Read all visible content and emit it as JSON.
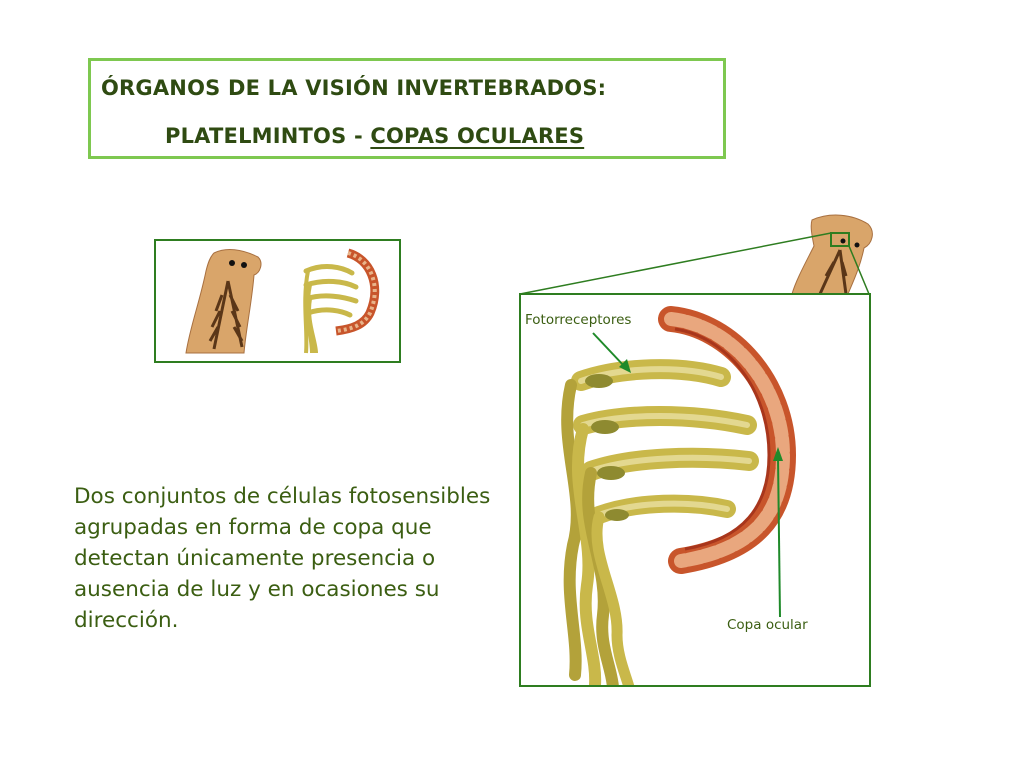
{
  "title": {
    "line1": "ÓRGANOS DE LA VISIÓN INVERTEBRADOS:",
    "line2_prefix": "PLATELMINTOS - ",
    "line2_underlined": "COPAS OCULARES"
  },
  "description": "Dos conjuntos de células fotosensibles agrupadas en forma de copa que detectan únicamente presencia o ausencia de luz y en ocasiones su dirección.",
  "figure": {
    "label_photoreceptors": "Fotorreceptores",
    "label_eye_cup": "Copa ocular"
  },
  "colors": {
    "frame_light_green": "#7ec850",
    "frame_dark_green": "#2e7d20",
    "text_green": "#3b5e12",
    "cup_red": "#c8552b",
    "cell_yellow": "#c9b84a",
    "flatworm_tan": "#d9a56a"
  }
}
